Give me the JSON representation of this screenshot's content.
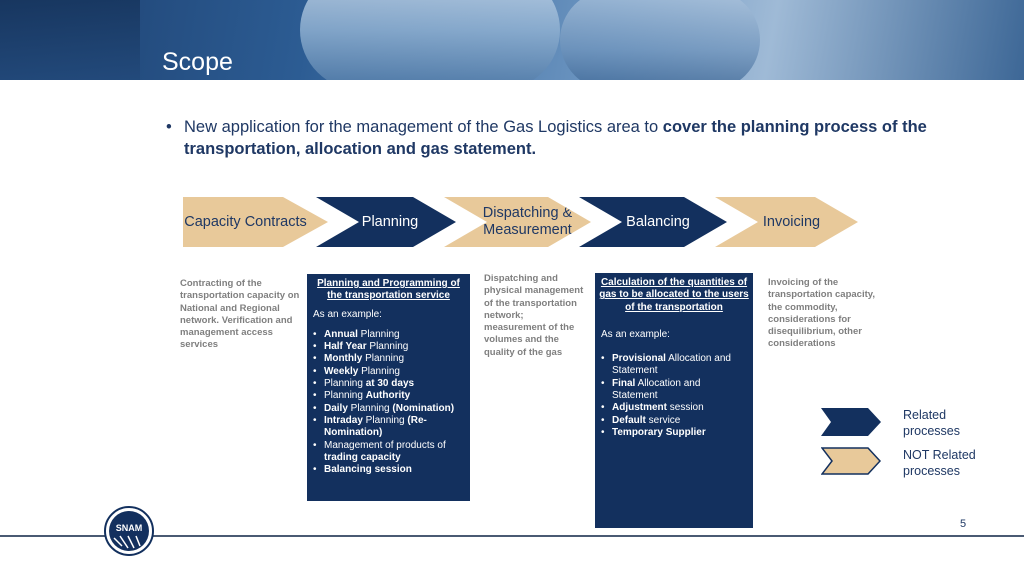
{
  "slide": {
    "title": "Scope",
    "bullet": {
      "text_plain": "New application for the management of the Gas Logistics area to ",
      "text_bold": "cover the planning process of the transportation, allocation and gas statement."
    },
    "page_number": "5"
  },
  "process": [
    {
      "label": "Capacity Contracts",
      "related": false
    },
    {
      "label": "Planning",
      "related": true
    },
    {
      "label": "Dispatching & Measurement",
      "related": false
    },
    {
      "label": "Balancing",
      "related": true
    },
    {
      "label": "Invoicing",
      "related": false
    }
  ],
  "descriptions": {
    "capacity": "Contracting of the transportation capacity on National and Regional network. Verification and management access services",
    "dispatching": "Dispatching and physical management of the transportation network; measurement of the volumes and the quality of the gas",
    "invoicing": "Invoicing of the transportation capacity, the commodity, considerations for disequilibrium, other considerations"
  },
  "planning_box": {
    "header": "Planning and Programming of the transportation service",
    "example": "As an example:",
    "items": [
      {
        "b1": "Annual",
        "t1": " Planning",
        "b2": "",
        "t2": ""
      },
      {
        "b1": "Half Year",
        "t1": " Planning",
        "b2": "",
        "t2": ""
      },
      {
        "b1": "Monthly",
        "t1": " Planning",
        "b2": "",
        "t2": ""
      },
      {
        "b1": "Weekly",
        "t1": " Planning",
        "b2": "",
        "t2": ""
      },
      {
        "b1": "",
        "t1": "Planning ",
        "b2": "at 30 days",
        "t2": ""
      },
      {
        "b1": "",
        "t1": "Planning ",
        "b2": "Authority",
        "t2": ""
      },
      {
        "b1": "Daily",
        "t1": " Planning ",
        "b2": "(Nomination)",
        "t2": ""
      },
      {
        "b1": "Intraday",
        "t1": " Planning ",
        "b2": "(Re-Nomination)",
        "t2": ""
      },
      {
        "b1": "",
        "t1": "Management of products of ",
        "b2": "trading capacity",
        "t2": ""
      },
      {
        "b1": "Balancing session",
        "t1": "",
        "b2": "",
        "t2": ""
      }
    ]
  },
  "balancing_box": {
    "header": "Calculation of the quantities of gas to be allocated to the users of the transportation",
    "example": "As an example:",
    "items": [
      {
        "b1": "Provisional",
        "t1": " Allocation and Statement"
      },
      {
        "b1": "Final",
        "t1": " Allocation and Statement"
      },
      {
        "b1": "Adjustment",
        "t1": " session"
      },
      {
        "b1": "Default",
        "t1": " service"
      },
      {
        "b1": "Temporary Supplier",
        "t1": ""
      }
    ]
  },
  "legend": {
    "related": "Related processes",
    "not_related": "NOT Related processes"
  },
  "colors": {
    "navy": "#13305e",
    "tan": "#e8c99a",
    "text_navy": "#1f3864",
    "grey_text": "#7f7f7f"
  },
  "logo": {
    "text": "SNAM"
  }
}
